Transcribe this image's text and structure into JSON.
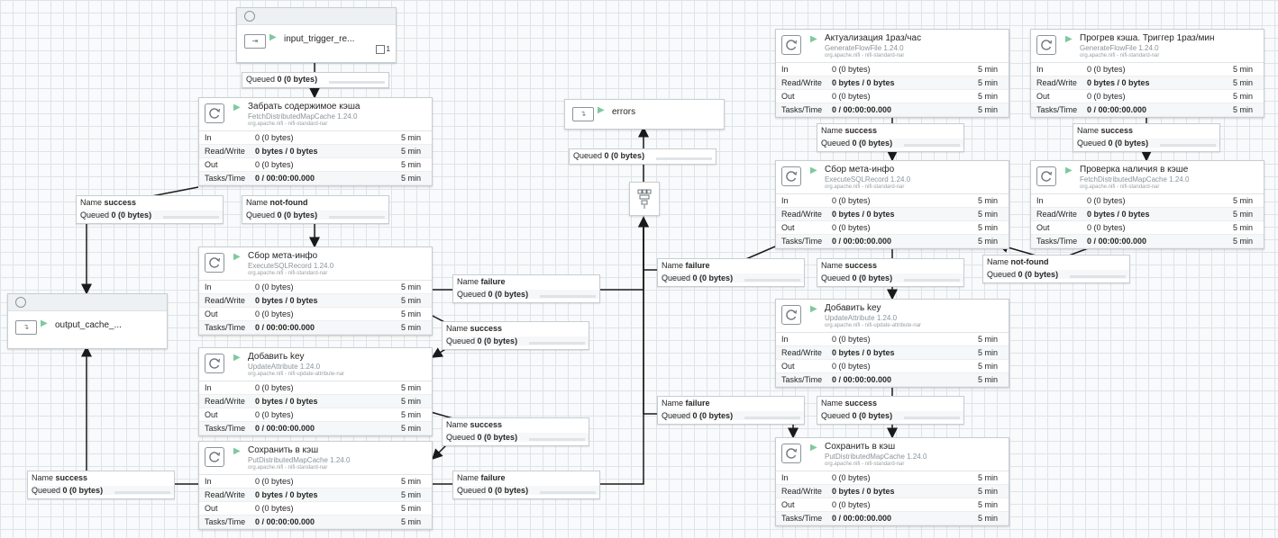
{
  "colors": {
    "canvas": "#f9fafb",
    "grid": "#dde4ea",
    "running": "#7ec99d",
    "border": "#c7cdd2",
    "edge": "#1a1a1a"
  },
  "icons": {
    "processor": "refresh-icon",
    "input_port": "input-port-icon",
    "output_port": "output-port-icon",
    "funnel": "funnel-icon",
    "transmit": "transmit-disabled-icon",
    "running": "play-icon"
  },
  "ports": {
    "input_trigger": {
      "label": "input_trigger_re...",
      "count": "1"
    },
    "output_cache": {
      "label": "output_cache_..."
    },
    "errors": {
      "label": "errors"
    }
  },
  "labels": {
    "in": "In",
    "rw": "Read/Write",
    "out": "Out",
    "tasks": "Tasks/Time",
    "name": "Name",
    "queued": "Queued"
  },
  "processors": [
    {
      "name": "Забрать содержимое кэша",
      "type": "FetchDistributedMapCache 1.24.0",
      "bundle": "org.apache.nifi - nifi-standard-nar",
      "in_v": "0",
      "in_s": "(0 bytes)",
      "rw": "0 bytes / 0 bytes",
      "out_v": "0",
      "out_s": "(0 bytes)",
      "tasks": "0 / 00:00:00.000",
      "time": "5 min"
    },
    {
      "name": "Сбор мета-инфо",
      "type": "ExecuteSQLRecord 1.24.0",
      "bundle": "org.apache.nifi - nifi-standard-nar",
      "in_v": "0",
      "in_s": "(0 bytes)",
      "rw": "0 bytes / 0 bytes",
      "out_v": "0",
      "out_s": "(0 bytes)",
      "tasks": "0 / 00:00:00.000",
      "time": "5 min"
    },
    {
      "name": "Добавить key",
      "type": "UpdateAttribute 1.24.0",
      "bundle": "org.apache.nifi - nifi-update-attribute-nar",
      "in_v": "0",
      "in_s": "(0 bytes)",
      "rw": "0 bytes / 0 bytes",
      "out_v": "0",
      "out_s": "(0 bytes)",
      "tasks": "0 / 00:00:00.000",
      "time": "5 min"
    },
    {
      "name": "Сохранить в кэш",
      "type": "PutDistributedMapCache 1.24.0",
      "bundle": "org.apache.nifi - nifi-standard-nar",
      "in_v": "0",
      "in_s": "(0 bytes)",
      "rw": "0 bytes / 0 bytes",
      "out_v": "0",
      "out_s": "(0 bytes)",
      "tasks": "0 / 00:00:00.000",
      "time": "5 min"
    },
    {
      "name": "Актуализация 1раз/час",
      "type": "GenerateFlowFile 1.24.0",
      "bundle": "org.apache.nifi - nifi-standard-nar",
      "in_v": "0",
      "in_s": "(0 bytes)",
      "rw": "0 bytes / 0 bytes",
      "out_v": "0",
      "out_s": "(0 bytes)",
      "tasks": "0 / 00:00:00.000",
      "time": "5 min"
    },
    {
      "name": "Прогрев кэша. Триггер 1раз/мин",
      "type": "GenerateFlowFile 1.24.0",
      "bundle": "org.apache.nifi - nifi-standard-nar",
      "in_v": "0",
      "in_s": "(0 bytes)",
      "rw": "0 bytes / 0 bytes",
      "out_v": "0",
      "out_s": "(0 bytes)",
      "tasks": "0 / 00:00:00.000",
      "time": "5 min"
    },
    {
      "name": "Сбор мета-инфо",
      "type": "ExecuteSQLRecord 1.24.0",
      "bundle": "org.apache.nifi - nifi-standard-nar",
      "in_v": "0",
      "in_s": "(0 bytes)",
      "rw": "0 bytes / 0 bytes",
      "out_v": "0",
      "out_s": "(0 bytes)",
      "tasks": "0 / 00:00:00.000",
      "time": "5 min"
    },
    {
      "name": "Проверка наличия в кэше",
      "type": "FetchDistributedMapCache 1.24.0",
      "bundle": "org.apache.nifi - nifi-standard-nar",
      "in_v": "0",
      "in_s": "(0 bytes)",
      "rw": "0 bytes / 0 bytes",
      "out_v": "0",
      "out_s": "(0 bytes)",
      "tasks": "0 / 00:00:00.000",
      "time": "5 min"
    },
    {
      "name": "Добавить key",
      "type": "UpdateAttribute 1.24.0",
      "bundle": "org.apache.nifi - nifi-update-attribute-nar",
      "in_v": "0",
      "in_s": "(0 bytes)",
      "rw": "0 bytes / 0 bytes",
      "out_v": "0",
      "out_s": "(0 bytes)",
      "tasks": "0 / 00:00:00.000",
      "time": "5 min"
    },
    {
      "name": "Сохранить в кэш",
      "type": "PutDistributedMapCache 1.24.0",
      "bundle": "org.apache.nifi - nifi-standard-nar",
      "in_v": "0",
      "in_s": "(0 bytes)",
      "rw": "0 bytes / 0 bytes",
      "out_v": "0",
      "out_s": "(0 bytes)",
      "tasks": "0 / 00:00:00.000",
      "time": "5 min"
    }
  ],
  "connections": [
    {
      "name": "",
      "queued": "0 (0 bytes)"
    },
    {
      "name": "success",
      "queued": "0 (0 bytes)"
    },
    {
      "name": "not-found",
      "queued": "0 (0 bytes)"
    },
    {
      "name": "failure",
      "queued": "0 (0 bytes)"
    },
    {
      "name": "success",
      "queued": "0 (0 bytes)"
    },
    {
      "name": "success",
      "queued": "0 (0 bytes)"
    },
    {
      "name": "success",
      "queued": "0 (0 bytes)"
    },
    {
      "name": "failure",
      "queued": "0 (0 bytes)"
    },
    {
      "name": "",
      "queued": "0 (0 bytes)"
    },
    {
      "name": "success",
      "queued": "0 (0 bytes)"
    },
    {
      "name": "success",
      "queued": "0 (0 bytes)"
    },
    {
      "name": "failure",
      "queued": "0 (0 bytes)"
    },
    {
      "name": "success",
      "queued": "0 (0 bytes)"
    },
    {
      "name": "not-found",
      "queued": "0 (0 bytes)"
    },
    {
      "name": "failure",
      "queued": "0 (0 bytes)"
    },
    {
      "name": "success",
      "queued": "0 (0 bytes)"
    }
  ]
}
